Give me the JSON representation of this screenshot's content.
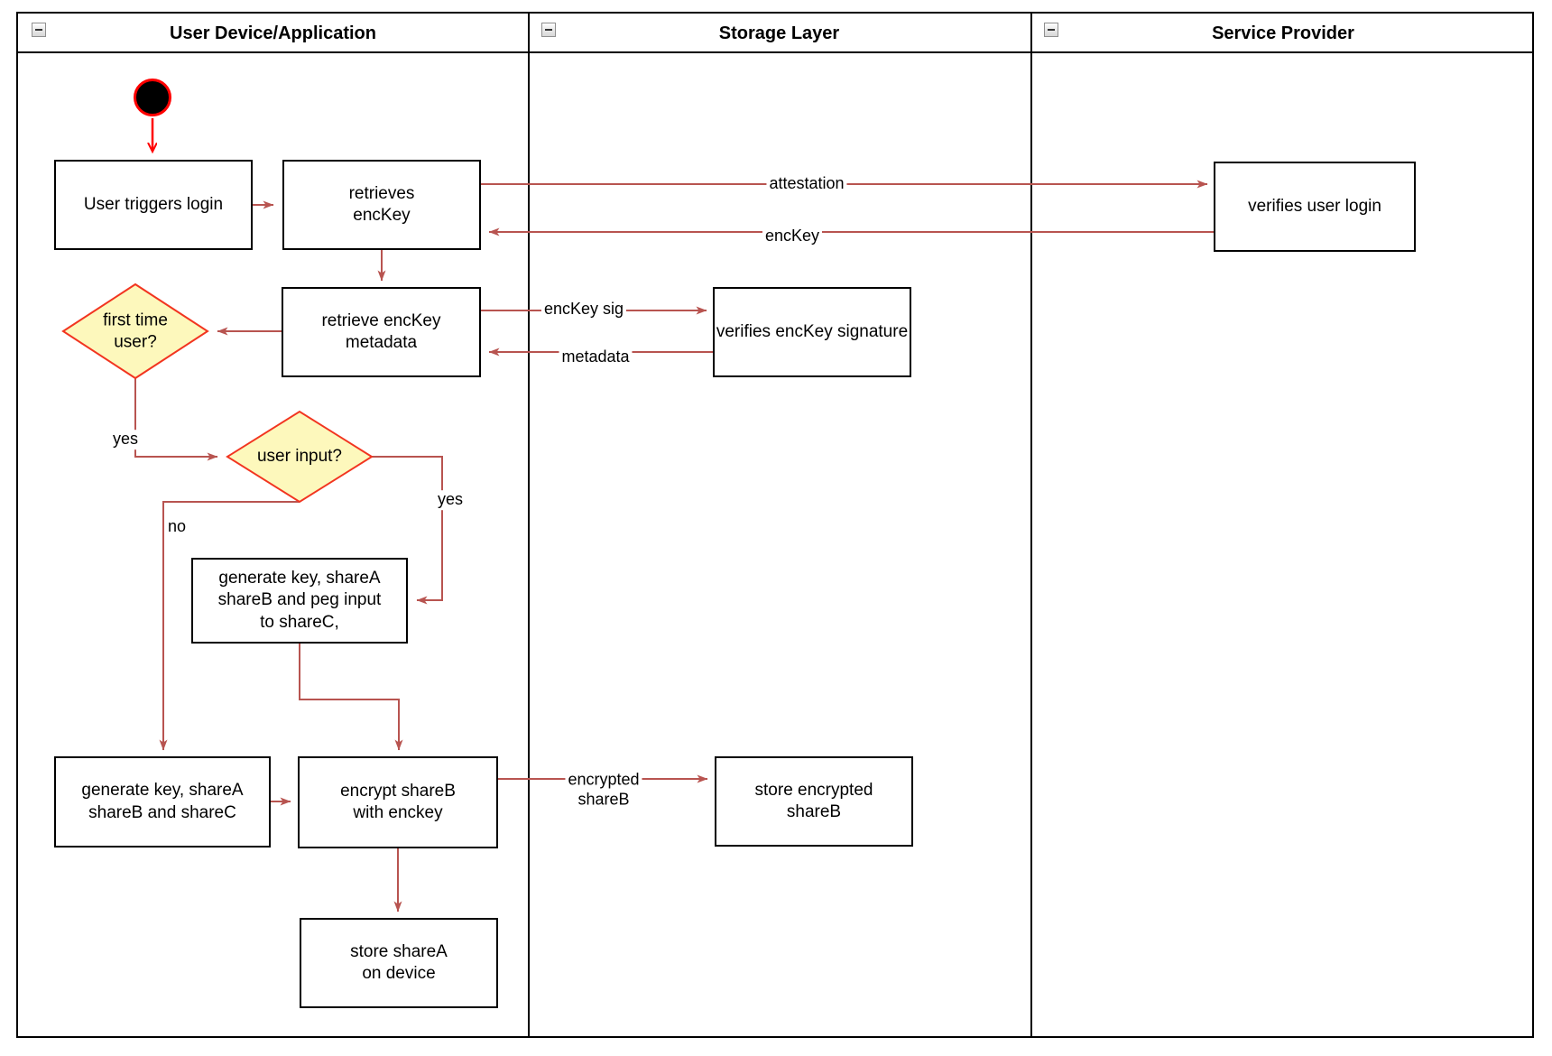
{
  "colors": {
    "arrow": "#B85450",
    "start_accent": "#FF0000",
    "diamond_fill": "#FDF8BC",
    "diamond_stroke": "#F23520",
    "border": "#000000"
  },
  "lanes": [
    {
      "title": "User Device/Application"
    },
    {
      "title": "Storage Layer"
    },
    {
      "title": "Service Provider"
    }
  ],
  "nodes": {
    "user_triggers_login": {
      "label": "User triggers login"
    },
    "retrieves_enckey": {
      "label": "retrieves\nencKey"
    },
    "verifies_user_login": {
      "label": "verifies user login"
    },
    "retrieve_enckey_metadata": {
      "label": "retrieve encKey\nmetadata"
    },
    "verifies_enckey_signature": {
      "label": "verifies encKey signature"
    },
    "first_time_user": {
      "label": "first time\nuser?"
    },
    "user_input": {
      "label": "user input?"
    },
    "generate_key_peg_input": {
      "label": "generate key, shareA\nshareB and peg input\nto shareC,"
    },
    "generate_key_sharec": {
      "label": "generate key, shareA\nshareB and shareC"
    },
    "encrypt_shareb": {
      "label": "encrypt shareB\nwith enckey"
    },
    "store_encrypted_shareb": {
      "label": "store encrypted\nshareB"
    },
    "store_sharea": {
      "label": "store shareA\non device"
    }
  },
  "edge_labels": {
    "attestation": "attestation",
    "enckey": "encKey",
    "enckey_sig": "encKey sig",
    "metadata": "metadata",
    "yes_first_time": "yes",
    "no_user_input": "no",
    "yes_user_input": "yes",
    "encrypted_shareb": "encrypted\nshareB"
  }
}
